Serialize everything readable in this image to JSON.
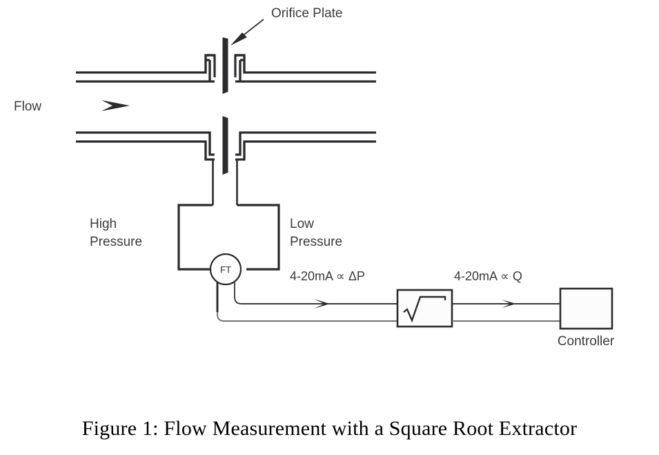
{
  "figure": {
    "caption": "Figure 1: Flow Measurement with a Square Root Extractor",
    "background_color": "#ffffff",
    "line_color": "#2b2b2d",
    "text_color": "#3a3a3c",
    "thin_line_color": "#6f6f72"
  },
  "labels": {
    "orifice_plate": "Orifice Plate",
    "flow": "Flow",
    "high_pressure_line1": "High",
    "high_pressure_line2": "Pressure",
    "low_pressure_line1": "Low",
    "low_pressure_line2": "Pressure",
    "transmitter_tag": "FT",
    "signal_dp": "4-20mA ∝ ΔP",
    "signal_q": "4-20mA ∝ Q",
    "controller": "Controller",
    "sqrt_symbol": "√"
  },
  "components": [
    {
      "id": "pipe-upper",
      "name": "Upper pipe wall with pressure taps"
    },
    {
      "id": "pipe-lower",
      "name": "Lower pipe wall with pressure taps"
    },
    {
      "id": "orifice-plate",
      "name": "Orifice plate restriction"
    },
    {
      "id": "impulse-manifold",
      "name": "Impulse line manifold"
    },
    {
      "id": "flow-transmitter",
      "name": "Differential pressure flow transmitter"
    },
    {
      "id": "square-root-extractor",
      "name": "Square root extractor"
    },
    {
      "id": "controller",
      "name": "Controller"
    }
  ],
  "signal_chain": [
    {
      "from": "flow-transmitter",
      "to": "square-root-extractor",
      "signal": "4-20mA ∝ ΔP"
    },
    {
      "from": "square-root-extractor",
      "to": "controller",
      "signal": "4-20mA ∝ Q"
    }
  ]
}
